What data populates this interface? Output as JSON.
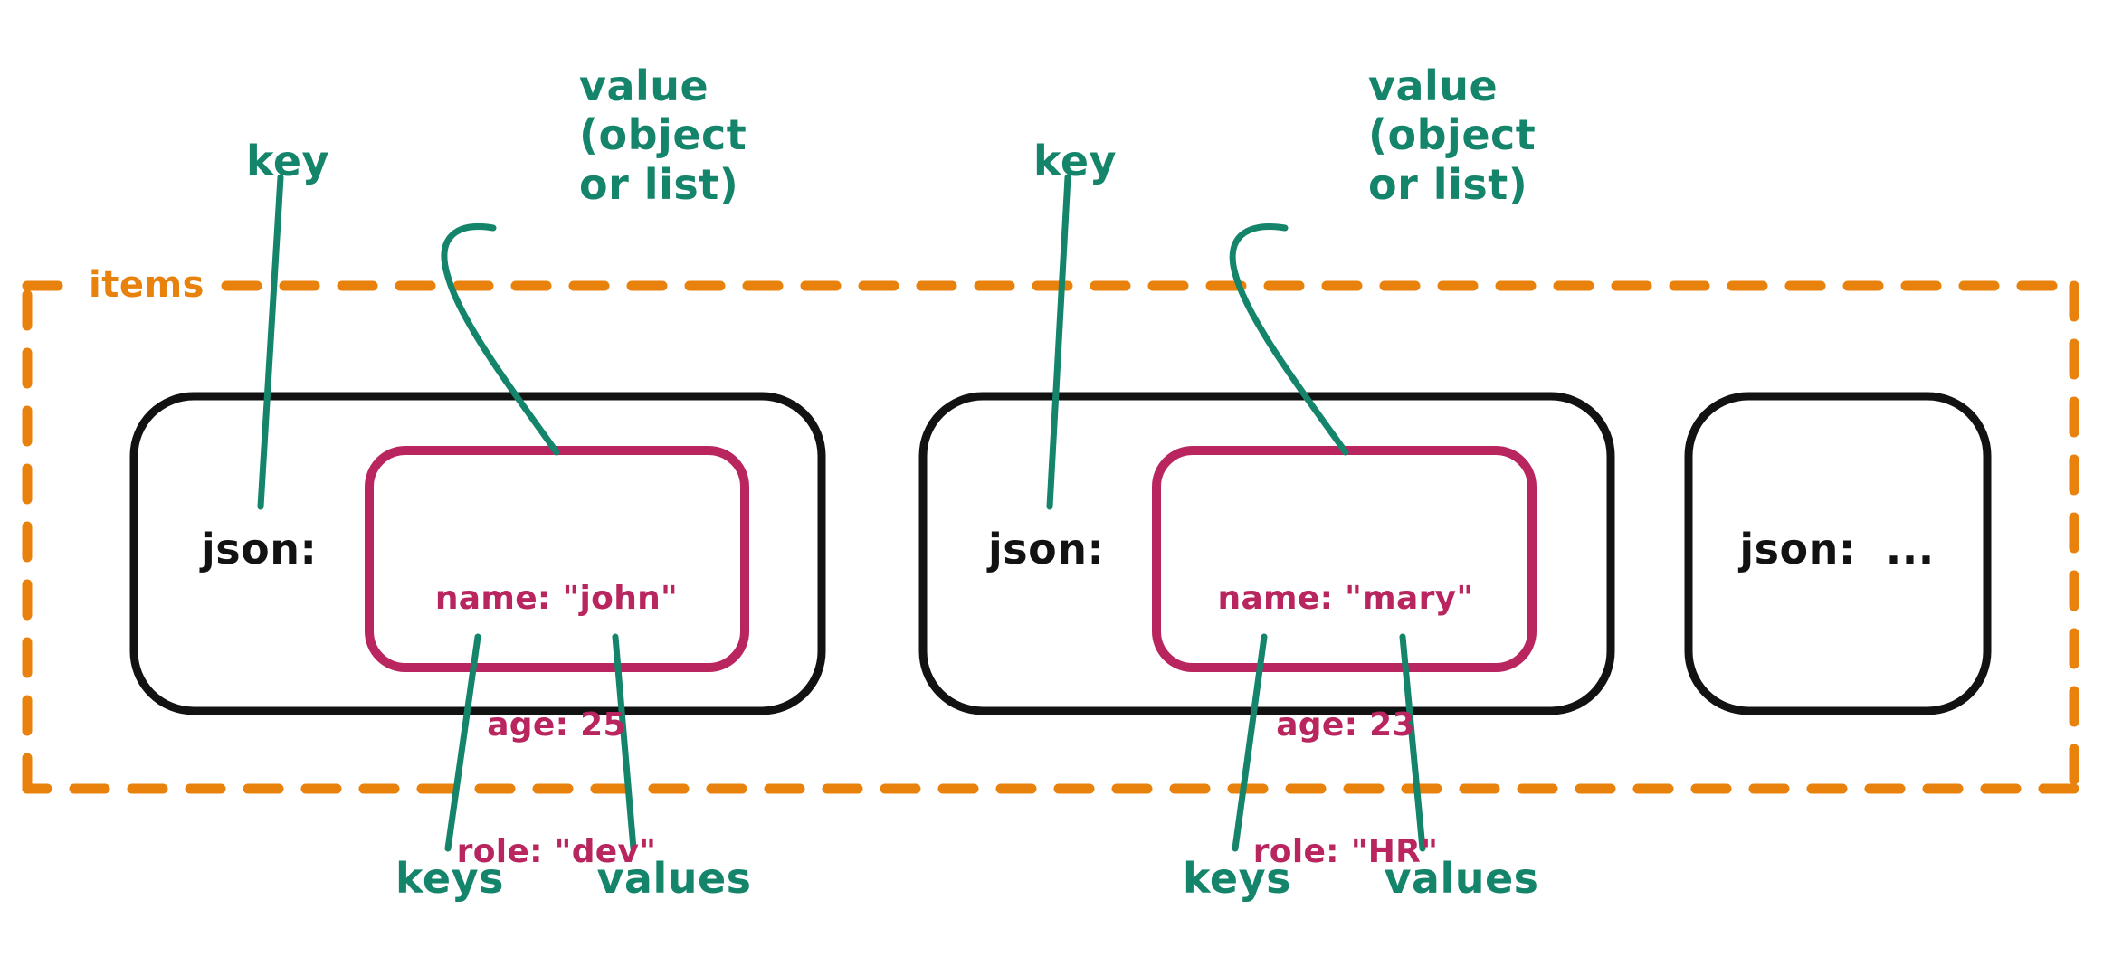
{
  "diagram": {
    "container": {
      "label": "items",
      "color": "#E8820C",
      "style": "dashed"
    },
    "annotations": {
      "key_label": "key",
      "value_label_lines": [
        "value",
        "(object",
        "or list)"
      ],
      "keys_label": "keys",
      "values_label": "values",
      "color": "#14846A"
    },
    "cards": [
      {
        "id": "card-1",
        "outer_color": "#121212",
        "json_label": "json:",
        "inner": {
          "color": "#B8255F",
          "lines": [
            "name: \"john\"",
            "age: 25",
            "role: \"dev\""
          ],
          "pairs": [
            {
              "key": "name",
              "value": "\"john\""
            },
            {
              "key": "age",
              "value": "25"
            },
            {
              "key": "role",
              "value": "\"dev\""
            }
          ]
        },
        "annotations": {
          "key_label": "key",
          "value_label_lines": [
            "value",
            "(object",
            "or list)"
          ],
          "keys_label": "keys",
          "values_label": "values"
        }
      },
      {
        "id": "card-2",
        "outer_color": "#121212",
        "json_label": "json:",
        "inner": {
          "color": "#B8255F",
          "lines": [
            "name: \"mary\"",
            "age: 23",
            "role: \"HR\""
          ],
          "pairs": [
            {
              "key": "name",
              "value": "\"mary\""
            },
            {
              "key": "age",
              "value": "23"
            },
            {
              "key": "role",
              "value": "\"HR\""
            }
          ]
        },
        "annotations": {
          "key_label": "key",
          "value_label_lines": [
            "value",
            "(object",
            "or list)"
          ],
          "keys_label": "keys",
          "values_label": "values"
        }
      },
      {
        "id": "card-3",
        "outer_color": "#121212",
        "json_label": "json:  ...",
        "inner": null,
        "annotations": null
      }
    ]
  },
  "text": {
    "items": "items",
    "key1": "key",
    "key2": "key",
    "value1_l1": "value",
    "value1_l2": "(object",
    "value1_l3": "or list)",
    "value2_l1": "value",
    "value2_l2": "(object",
    "value2_l3": "or list)",
    "json1": "json:",
    "json2": "json:",
    "json3": "json:  ...",
    "c1_line1": "name: \"john\"",
    "c1_line2": "age: 25",
    "c1_line3": "role: \"dev\"",
    "c2_line1": "name: \"mary\"",
    "c2_line2": "age: 23",
    "c2_line3": "role: \"HR\"",
    "keys1": "keys",
    "values1": "values",
    "keys2": "keys",
    "values2": "values"
  }
}
